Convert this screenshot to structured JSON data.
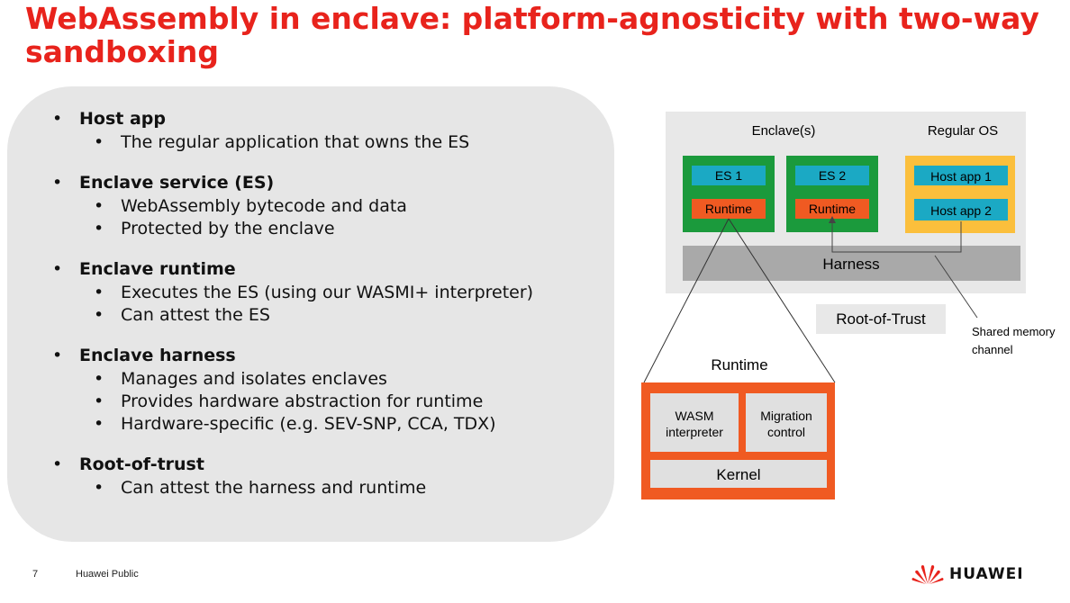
{
  "title": "WebAssembly in enclave: platform-agnosticity with two-way sandboxing",
  "outline": [
    {
      "heading": "Host app",
      "items": [
        "The regular application that owns the ES"
      ]
    },
    {
      "heading": "Enclave service (ES)",
      "items": [
        "WebAssembly bytecode and data",
        "Protected by the enclave"
      ]
    },
    {
      "heading": "Enclave runtime",
      "items": [
        "Executes the ES (using our WASMI+ interpreter)",
        "Can attest the ES"
      ]
    },
    {
      "heading": "Enclave harness",
      "items": [
        "Manages and isolates enclaves",
        "Provides hardware abstraction for runtime",
        "Hardware-specific (e.g. SEV-SNP, CCA, TDX)"
      ]
    },
    {
      "heading": "Root-of-trust",
      "items": [
        "Can attest the harness and runtime"
      ]
    }
  ],
  "diagram": {
    "enclaves_label": "Enclave(s)",
    "regular_os_label": "Regular OS",
    "es1": "ES 1",
    "es2": "ES 2",
    "runtime1": "Runtime",
    "runtime2": "Runtime",
    "host_app_1": "Host app 1",
    "host_app_2": "Host app 2",
    "harness": "Harness",
    "root_of_trust": "Root-of-Trust",
    "shared_memory_line1": "Shared memory",
    "shared_memory_line2": "channel",
    "runtime_detail_title": "Runtime",
    "wasm_line1": "WASM",
    "wasm_line2": "interpreter",
    "migration_line1": "Migration",
    "migration_line2": "control",
    "kernel": "Kernel",
    "colors": {
      "enclave_green": "#1b9a3c",
      "es_cyan": "#1ba9c4",
      "runtime_orange": "#f05a22",
      "host_yellow": "#fbbf3c",
      "harness_gray": "#a9a9a9",
      "platform_gray": "#e8e8e8"
    }
  },
  "footer": {
    "page_number": "7",
    "classification": "Huawei Public",
    "logo_text": "HUAWEI"
  }
}
